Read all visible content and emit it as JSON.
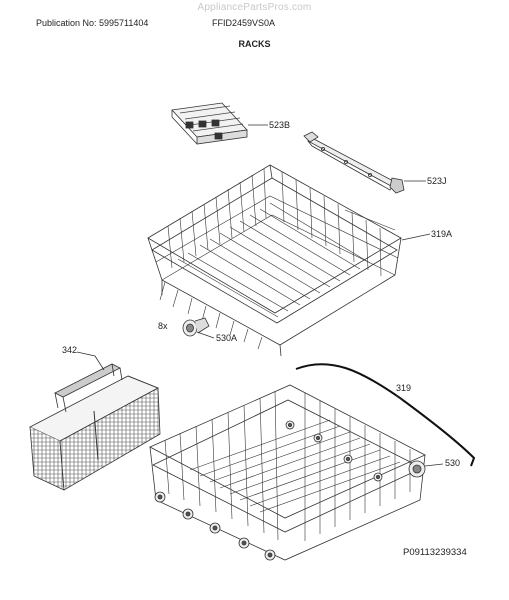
{
  "header": {
    "watermark": "AppliancePartsPros.com",
    "publication": "Publication No: 5995711404",
    "model": "FFID2459VS0A",
    "section_title": "RACKS"
  },
  "callouts": {
    "p523B": "523B",
    "p523J": "523J",
    "p319A": "319A",
    "qty8x": "8x",
    "p530A": "530A",
    "p342": "342",
    "p319": "319",
    "p530": "530"
  },
  "footer": {
    "drawing_id": "P09113239334"
  }
}
